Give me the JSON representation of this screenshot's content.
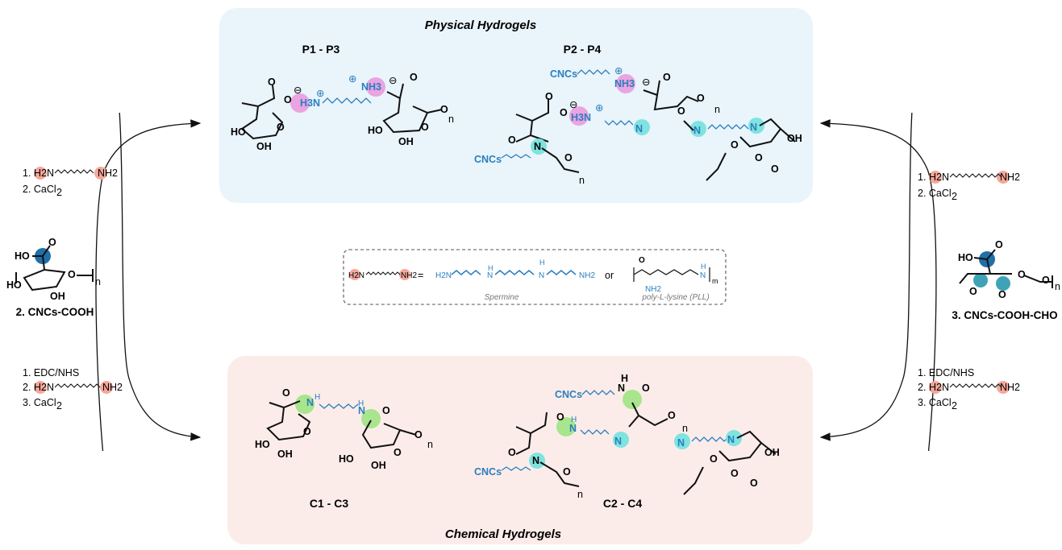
{
  "physical": {
    "title": "Physical Hydrogels",
    "sample_left": "P1 - P3",
    "sample_right": "P2 - P4"
  },
  "chemical": {
    "title": "Chemical Hydrogels",
    "sample_left": "C1 - C3",
    "sample_right": "C2 - C4"
  },
  "left_reagents": {
    "top": [
      "1. H2N~~~NH2",
      "2. CaCl2"
    ],
    "bottom": [
      "1. EDC/NHS",
      "2. H2N~~~NH2",
      "3. CaCl2"
    ]
  },
  "right_reagents": {
    "top": [
      "1. H2N~~~NH2",
      "2. CaCl2"
    ],
    "bottom": [
      "1. EDC/NHS",
      "2. H2N~~~NH2",
      "3. CaCl2"
    ]
  },
  "left_compound": {
    "label": "2. CNCs-COOH"
  },
  "right_compound": {
    "label": "3. CNCs-COOH-CHO"
  },
  "legend": {
    "equals": "=",
    "or": "or",
    "spermine_label": "Spermine",
    "pll_label": "poly-L-lysine (PLL)",
    "nh2_side": "NH2"
  },
  "atoms": {
    "ho": "HO",
    "oh": "OH",
    "o": "O",
    "n": "N",
    "h": "H",
    "cncs": "CNCs",
    "nh3": "NH3",
    "h3n": "H3N",
    "h2n": "H2N",
    "nh2": "NH2",
    "n_sub": "n",
    "m_sub": "m",
    "minus": "⊖",
    "plus": "⊕"
  },
  "colors": {
    "physical_bg": "#e9f4fb",
    "chemical_bg": "#fcece9",
    "chain_blue": "#2a7fbf",
    "ionic_pink": "#e98ad8",
    "imine_cyan": "#7fe3e0",
    "amide_green": "#a8e58d",
    "amine_salmon": "#f4a89a",
    "carboxyl_blue": "#1f6fa8"
  }
}
